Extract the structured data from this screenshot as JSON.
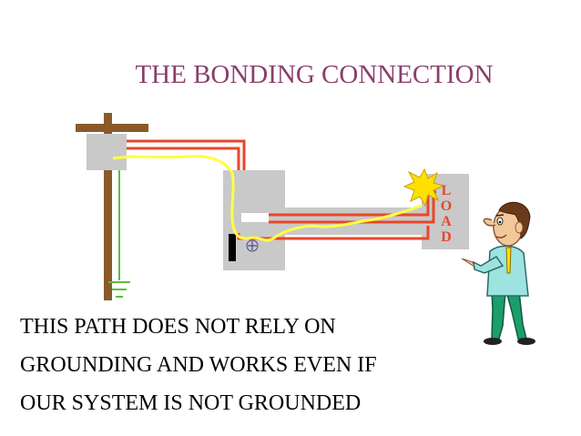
{
  "slide": {
    "title": "THE BONDING CONNECTION",
    "caption_lines": [
      "THIS PATH DOES NOT RELY ON",
      "GROUNDING AND WORKS EVEN IF",
      "OUR SYSTEM  IS NOT GROUNDED"
    ]
  },
  "diagram": {
    "load_letters": [
      "L",
      "O",
      "A",
      "D"
    ],
    "colors": {
      "circuit_wire": "#e8462b",
      "fault_path": "#ffff44",
      "ground_wire": "#5bbf3a",
      "pole": "#8a5a2b",
      "enclosure_fill": "#c9c9c9",
      "title": "#8a3f6b",
      "load_text": "#e8462b",
      "spark": "#ffe000"
    }
  }
}
